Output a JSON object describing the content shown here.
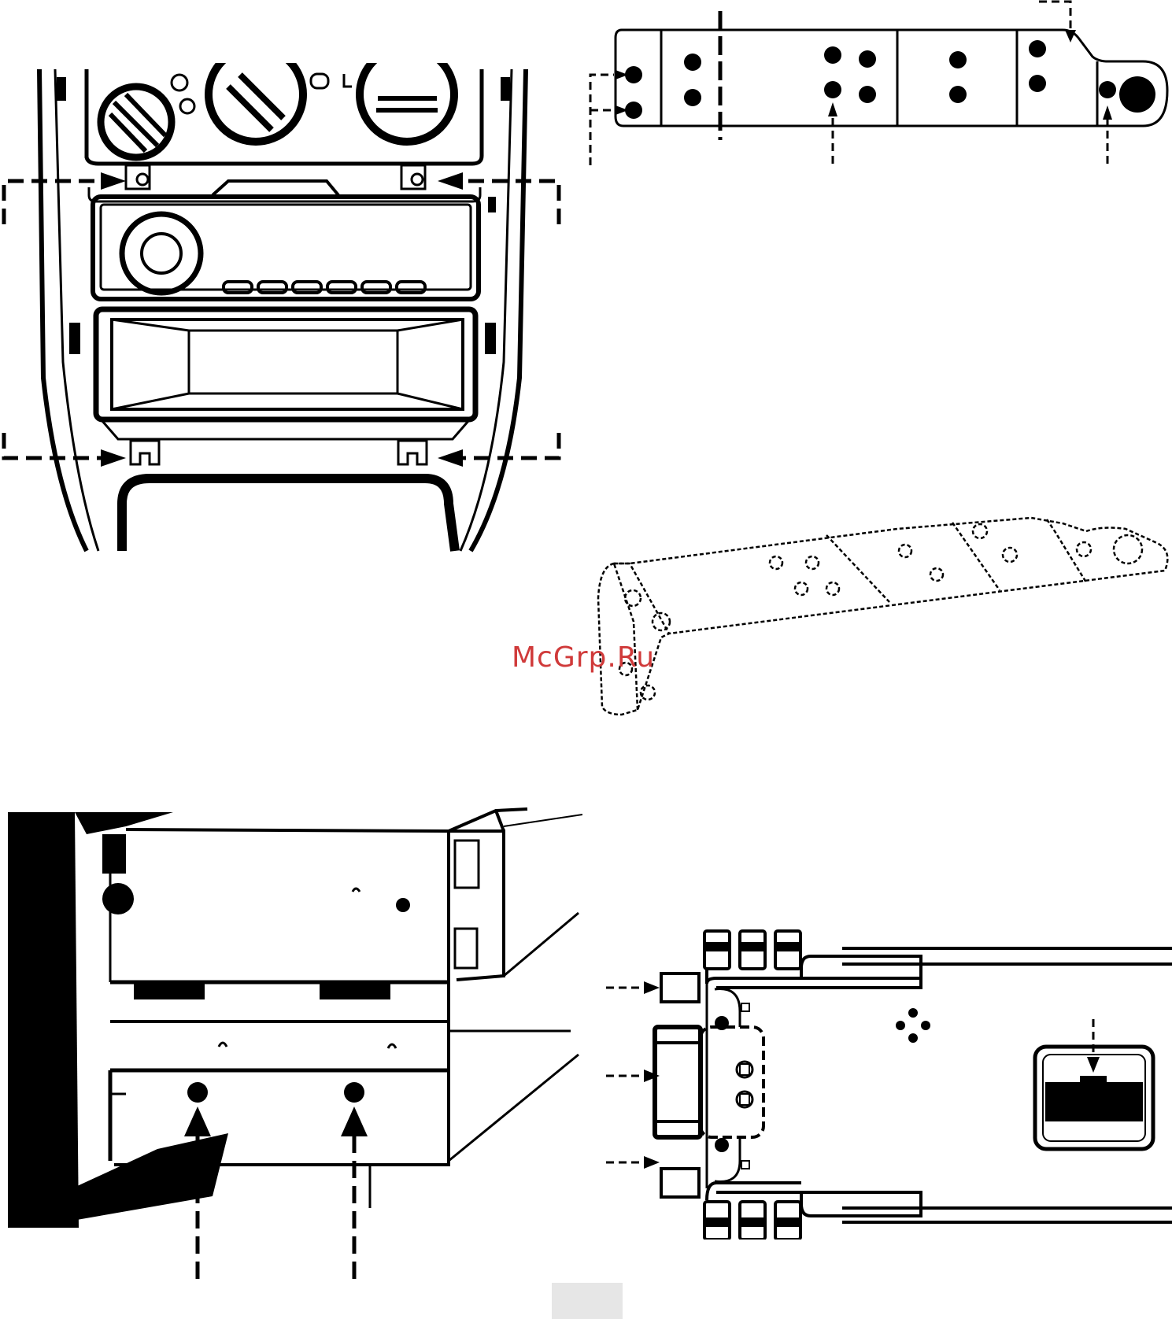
{
  "watermark": {
    "text": "McGrp.Ru",
    "color": "#d03a3a"
  },
  "colors": {
    "ink": "#000000",
    "paper": "#ffffff",
    "page_tab": "#e6e6e6"
  },
  "figures": [
    {
      "id": "dashboard-console",
      "description_icon": "dashboard-radio-icon"
    },
    {
      "id": "mounting-bracket-flat",
      "description_icon": "bracket-icon"
    },
    {
      "id": "mounting-bracket-3d",
      "description_icon": "bracket-3d-icon"
    },
    {
      "id": "radio-unit-side",
      "description_icon": "radio-unit-icon"
    },
    {
      "id": "chassis-top-view",
      "description_icon": "chassis-icon"
    }
  ]
}
